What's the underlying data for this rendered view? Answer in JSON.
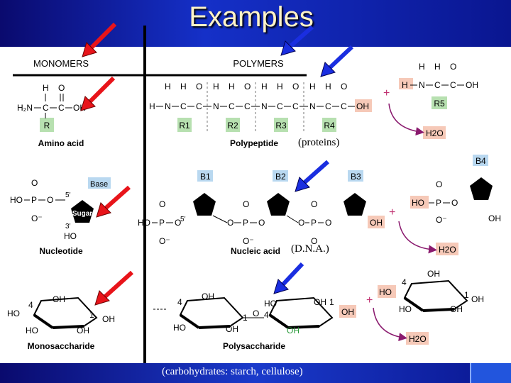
{
  "slide": {
    "title": "Examples",
    "columns": {
      "monomers": "MONOMERS",
      "polymers": "POLYMERS"
    },
    "rows": [
      {
        "monomer_label": "Amino acid",
        "polymer_label": "Polypeptide",
        "annotation": "(proteins)",
        "groups": [
          "R",
          "R1",
          "R2",
          "R3",
          "R4",
          "R5"
        ],
        "water": "H2O"
      },
      {
        "monomer_label": "Nucleotide",
        "polymer_label": "Nucleic acid",
        "annotation": "(D.N.A.)",
        "sugar_label": "Sugar",
        "base_label": "Base",
        "bases": [
          "B1",
          "B2",
          "B3",
          "B4"
        ],
        "water": "H2O"
      },
      {
        "monomer_label": "Monosaccharide",
        "polymer_label": "Polysaccharide",
        "annotation": "(carbohydrates: starch, cellulose)",
        "water": "H2O"
      }
    ]
  },
  "colors": {
    "title_text": "#fff3c8",
    "background": "#0b1a8a",
    "red_arrow": "#e8141a",
    "blue_arrow": "#1a2ee0",
    "r_group_fill": "#b7e0b0",
    "base_fill": "#b9d8f0",
    "water_fill": "#f6c9b8"
  }
}
